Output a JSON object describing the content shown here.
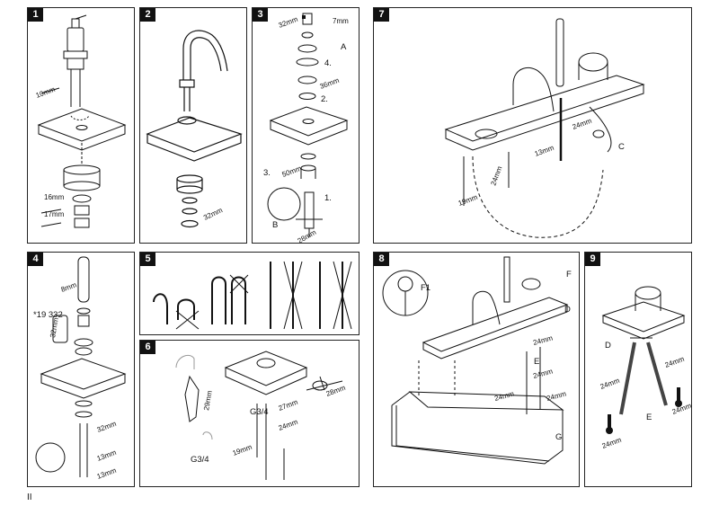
{
  "footer": {
    "page_label": "II"
  },
  "steps": {
    "s1": {
      "number": "1",
      "labels": [
        "10mm",
        "16mm",
        "17mm"
      ]
    },
    "s2": {
      "number": "2",
      "labels": [
        "32mm"
      ]
    },
    "s3": {
      "number": "3",
      "labels": [
        "32mm",
        "7mm",
        "A",
        "4.",
        "36mm",
        "2.",
        "3.",
        "50mm",
        "1.",
        "B",
        "28mm"
      ]
    },
    "s4": {
      "number": "4",
      "labels": [
        "8mm",
        "*19 332",
        "32mm",
        "32mm",
        "13mm",
        "13mm"
      ]
    },
    "s5": {
      "number": "5"
    },
    "s6": {
      "number": "6",
      "labels": [
        "29mm",
        "G3/4",
        "27mm",
        "24mm",
        "G3/4",
        "19mm",
        "28mm"
      ]
    },
    "s7": {
      "number": "7",
      "labels": [
        "13mm",
        "24mm",
        "24mm",
        "19mm",
        "C"
      ]
    },
    "s8": {
      "number": "8",
      "labels": [
        "F1",
        "F",
        "D",
        "24mm",
        "E",
        "24mm",
        "24mm",
        "24mm",
        "G"
      ]
    },
    "s9": {
      "number": "9",
      "labels": [
        "D",
        "24mm",
        "24mm",
        "E",
        "24mm",
        "24mm"
      ]
    }
  }
}
